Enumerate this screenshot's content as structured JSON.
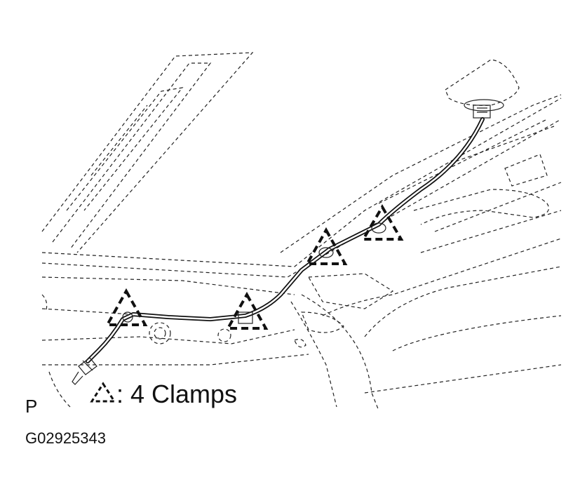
{
  "figure": {
    "legend_symbol": "clamp-triangle-icon",
    "legend_text": ": 4 Clamps",
    "corner_letter": "P",
    "figure_code": "G02925343"
  }
}
